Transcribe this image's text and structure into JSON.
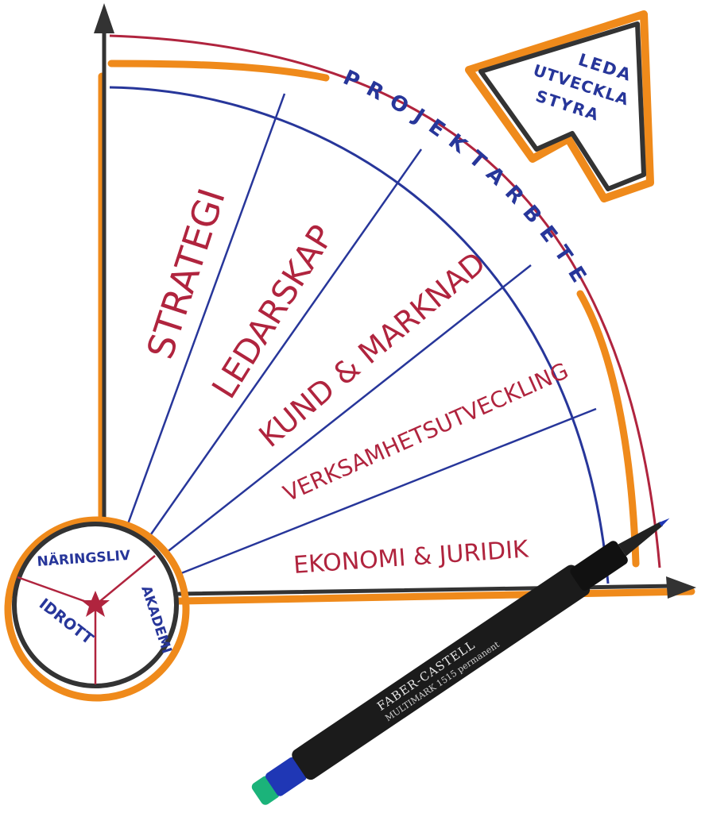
{
  "diagram": {
    "band_label": "PROJEKTARBETE",
    "segments": [
      {
        "label": "STRATEGI"
      },
      {
        "label": "LEDARSKAP"
      },
      {
        "label": "KUND & MARKNAD"
      },
      {
        "label": "VERKSAMHETSUTVECKLING"
      },
      {
        "label": "EKONOMI & JURIDIK"
      }
    ],
    "hub": {
      "sectors": [
        {
          "label": "NÄRINGSLIV"
        },
        {
          "label": "AKADEMI"
        },
        {
          "label": "IDROTT"
        }
      ]
    },
    "arrow_label_lines": [
      "LEDA",
      "UTVECKLA",
      "STYRA"
    ],
    "pen": {
      "brand": "FABER-CASTELL",
      "model": "MULTIMARK 1515 permanent"
    },
    "colors": {
      "orange": "#ef8a1b",
      "dark": "#333333",
      "crimson": "#b0243e",
      "navy": "#27369a",
      "pen_body": "#1b1b1b",
      "cap_blue": "#1f37b5",
      "cap_green": "#1bb37a"
    }
  }
}
